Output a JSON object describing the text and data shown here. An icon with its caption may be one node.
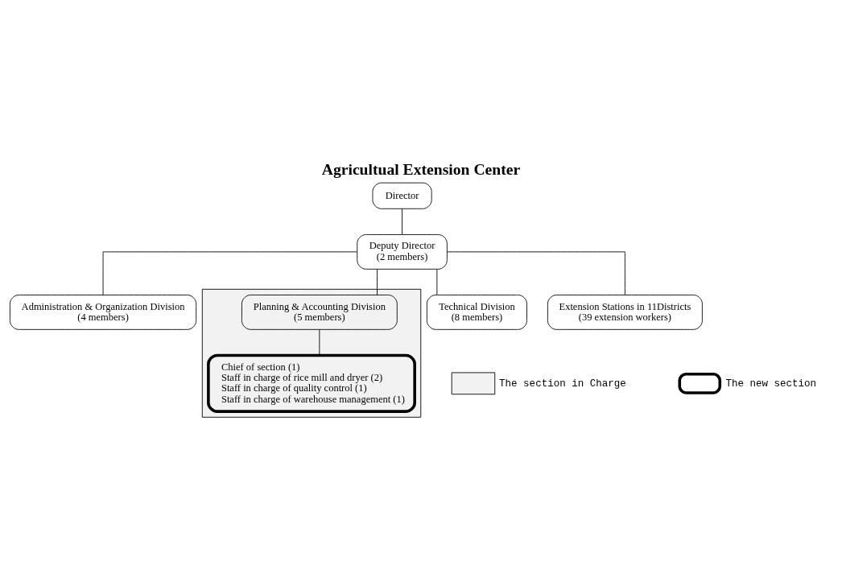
{
  "diagram": {
    "title": "Agricultual Extension Center",
    "nodes": [
      {
        "text": [
          "Director"
        ]
      },
      {
        "text": [
          "Deputy Director",
          "(2 members)"
        ]
      },
      {
        "text": [
          "Administration & Organization Division",
          "(4 members)"
        ]
      },
      {
        "text": [],
        "shape": "box"
      },
      {
        "text": [
          "Planning & Accounting Division",
          "(5 members)"
        ],
        "in": 3
      },
      {
        "text": [
          "Chief of section (1)",
          "Staff in charge of rice mill and dryer (2)",
          "Staff in charge of quality control (1)",
          "Staff in charge of warehouse management (1)"
        ],
        "in": 3
      },
      {
        "text": [
          "Technical Division",
          "(8 members)"
        ]
      },
      {
        "text": [
          "Extension Stations in 11Districts",
          "(39 extension workers)"
        ]
      }
    ],
    "edges": [
      {
        "from": 0,
        "to": 1,
        "arrow": "none"
      },
      {
        "from": 1,
        "to": 7,
        "arrow": "none"
      },
      {
        "from": 1,
        "to": 2,
        "arrow": "none"
      },
      {
        "from": 1,
        "to": 4,
        "arrow": "none"
      },
      {
        "from": 1,
        "to": 6,
        "arrow": "none"
      },
      {
        "from": 4,
        "to": 5,
        "arrow": "none"
      }
    ],
    "legend": [
      {
        "text": "The section in Charge",
        "color": "#f2f2f2"
      },
      {
        "text": "The new section"
      }
    ]
  }
}
